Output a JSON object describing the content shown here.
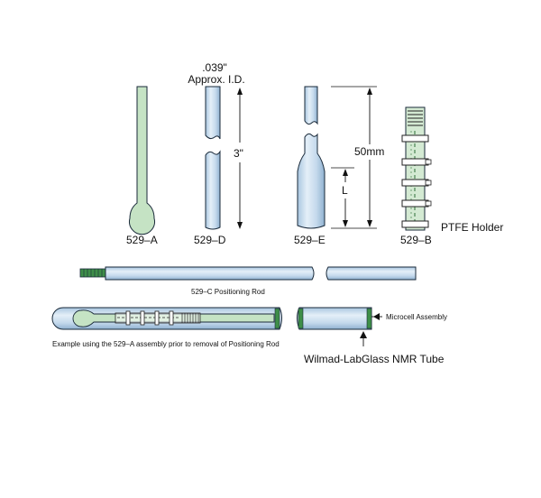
{
  "labels": {
    "id_line1": ".039\"",
    "id_line2": "Approx. I.D.",
    "dim_3in": "3\"",
    "dim_50mm": "50mm",
    "dim_L": "L",
    "part_529A": "529–A",
    "part_529D": "529–D",
    "part_529E": "529–E",
    "part_529B": "529–B",
    "ptfe_holder": "PTFE Holder",
    "positioning_rod": "529–C  Positioning Rod",
    "microcell_assembly": "Microcell Assembly",
    "example_caption": "Example using the 529–A assembly prior to removal of Positioning Rod",
    "nmr_tube": "Wilmad-LabGlass NMR Tube"
  },
  "colors": {
    "glass_light": "#dbe9f5",
    "glass_dark": "#8fb1d0",
    "green_light": "#c5e3c4",
    "green_dark": "#3e8e48",
    "outline": "#1a2a3a"
  }
}
